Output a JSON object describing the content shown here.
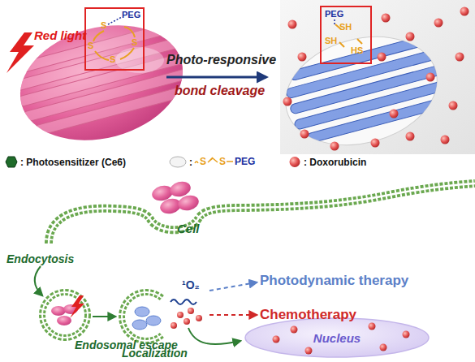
{
  "diagram": {
    "nodes": [
      {
        "text": [
          "Nucleus"
        ]
      }
    ],
    "labels": [
      "Red light",
      "PEG",
      "S",
      "S",
      "S",
      "S",
      "Photo-responsive",
      "bond cleavage",
      "PEG",
      "SH",
      "SH",
      "HS",
      "S",
      "S",
      "PEG",
      "Cell",
      "Endocytosis",
      "Endosomal escape",
      "¹O₂",
      "Photodynamic therapy",
      "Chemotherapy",
      "Localization"
    ],
    "legend": [
      {
        "text": ": Photosensitizer (Ce6)"
      },
      {
        "text": ":"
      },
      {
        "text": ": Doxorubicin"
      }
    ]
  }
}
